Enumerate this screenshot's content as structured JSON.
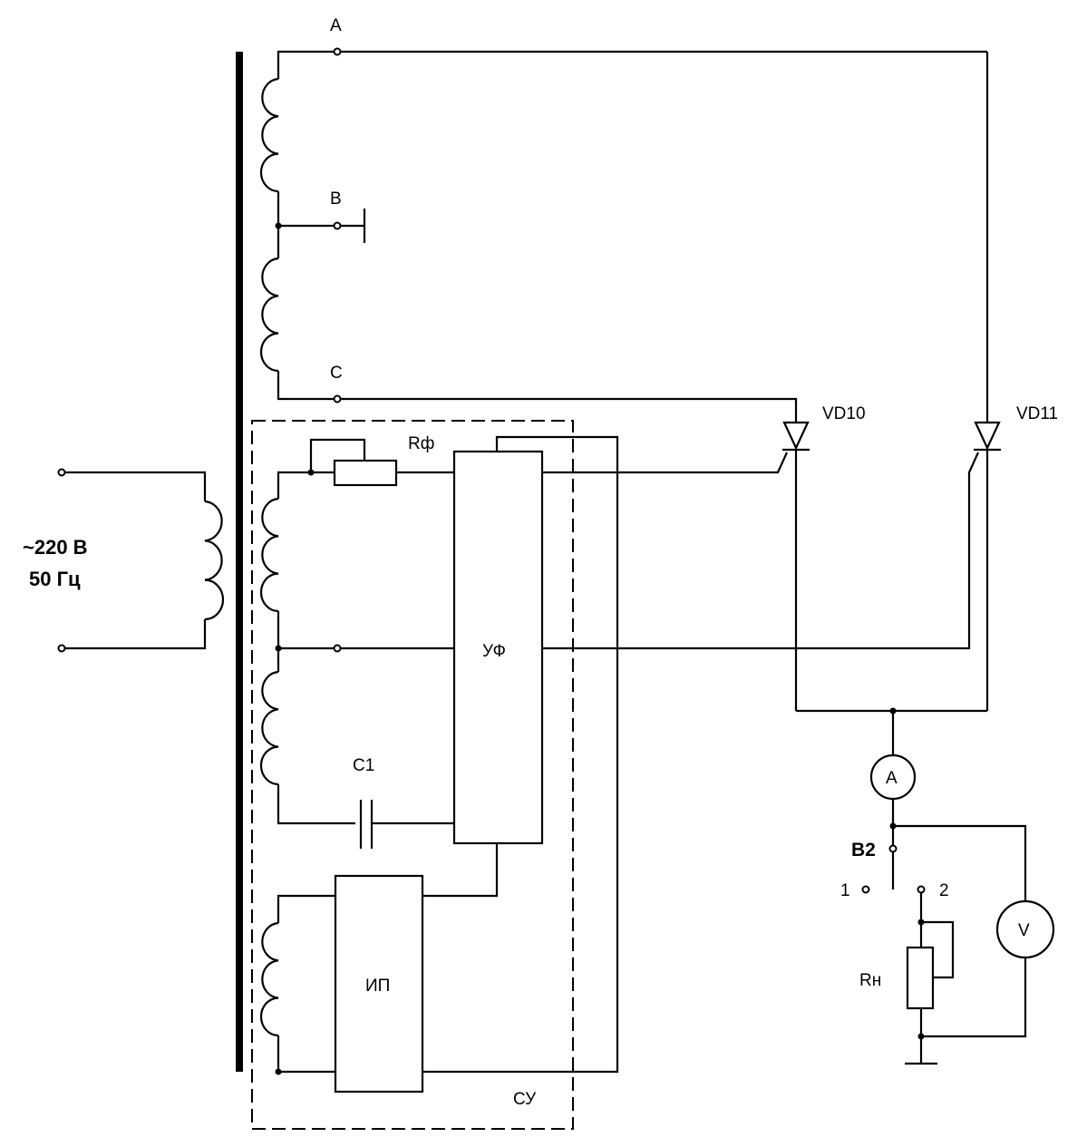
{
  "labels": {
    "terminal_a": "A",
    "terminal_b": "B",
    "terminal_c": "C",
    "vd10": "VD10",
    "vd11": "VD11",
    "r_phase": "Rф",
    "phase_shifter": "УФ",
    "c1": "С1",
    "power_supply": "ИП",
    "control_system": "СУ",
    "ammeter": "А",
    "voltmeter": "V",
    "switch": "В2",
    "switch_pos_1": "1",
    "switch_pos_2": "2",
    "r_load": "Rн",
    "mains_voltage": "~220 В",
    "mains_freq": "50 Гц"
  }
}
